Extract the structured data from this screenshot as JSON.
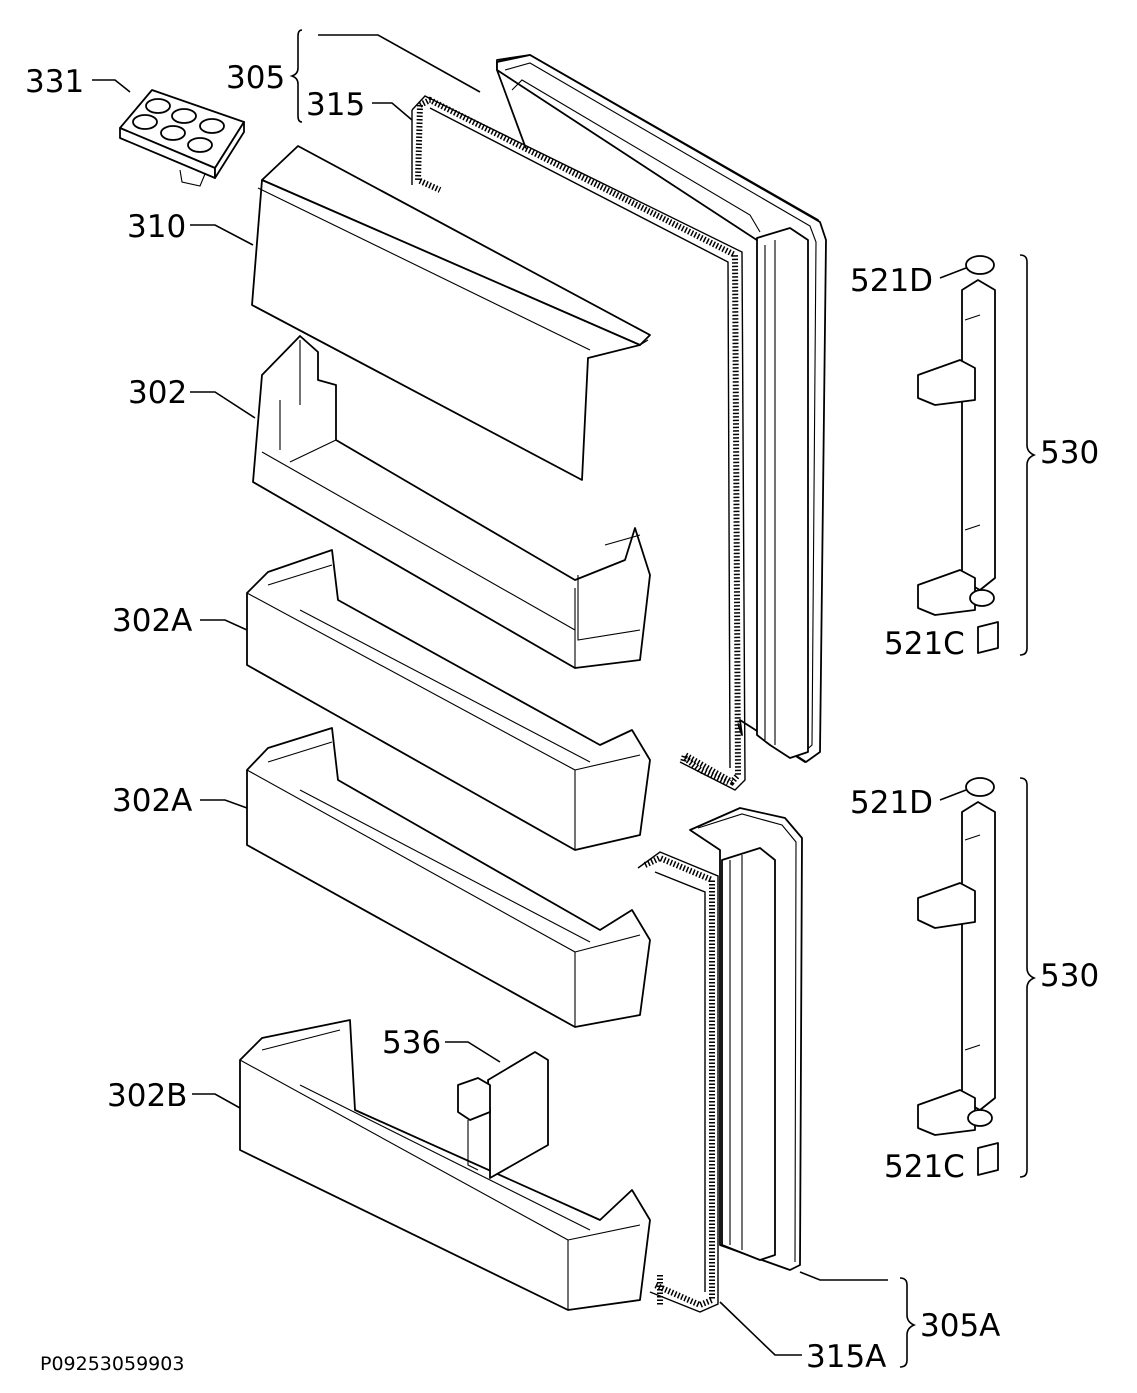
{
  "diagram": {
    "labels": {
      "p331": "331",
      "p305": "305",
      "p315": "315",
      "p310": "310",
      "p302": "302",
      "p302a_1": "302A",
      "p302a_2": "302A",
      "p302b": "302B",
      "p536": "536",
      "p521d_1": "521D",
      "p521c_1": "521C",
      "p530_1": "530",
      "p521d_2": "521D",
      "p521c_2": "521C",
      "p530_2": "530",
      "p305a": "305A",
      "p315a": "315A"
    },
    "code": "P09253059903"
  }
}
